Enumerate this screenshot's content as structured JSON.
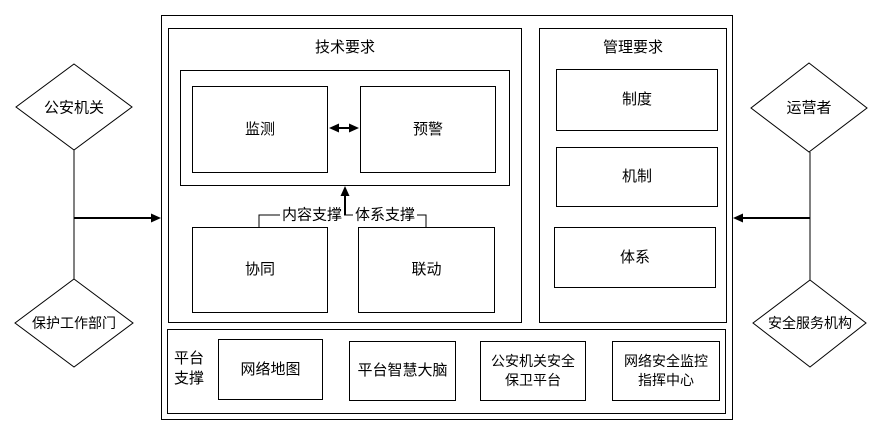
{
  "diagram": {
    "actors": {
      "police": "公安机关",
      "protection_dept": "保护工作部门",
      "operator": "运营者",
      "security_agency": "安全服务机构"
    },
    "tech": {
      "title": "技术要求",
      "monitor": "监测",
      "warning": "预警",
      "collaboration": "协同",
      "linkage": "联动",
      "content_support": "内容支撑",
      "system_support": "体系支撑"
    },
    "management": {
      "title": "管理要求",
      "items": [
        "制度",
        "机制",
        "体系"
      ]
    },
    "platform": {
      "label": "平台\n支撑",
      "items": [
        "网络地图",
        "平台智慧大脑",
        "公安机关安全保卫平台",
        "网络安全监控指挥中心"
      ]
    },
    "colors": {
      "line": "#000000",
      "background": "#ffffff"
    }
  }
}
